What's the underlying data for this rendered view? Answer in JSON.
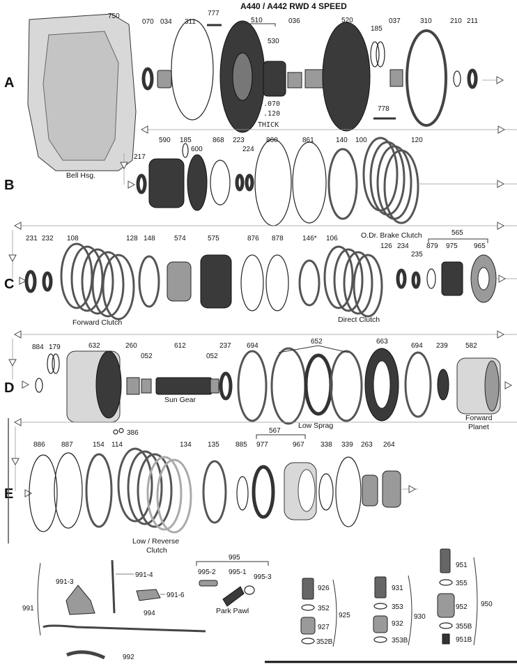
{
  "title": "A440 / A442   RWD 4 SPEED",
  "rows": [
    "A",
    "B",
    "C",
    "D",
    "E"
  ],
  "handwritten_note": [
    ".070",
    ".120",
    "THICK"
  ],
  "captions": {
    "bell_hsg": "Bell Hsg.",
    "od_brake_clutch": "O.Dr. Brake Clutch",
    "forward_clutch": "Forward Clutch",
    "direct_clutch": "Direct Clutch",
    "sun_gear": "Sun Gear",
    "low_sprag": "Low Sprag",
    "forward_planet_1": "Forward",
    "forward_planet_2": "Planet",
    "low_reverse_1": "Low / Reverse",
    "low_reverse_2": "Clutch",
    "park_pawl": "Park Pawl"
  },
  "parts": {
    "row_a": [
      "750",
      "070",
      "034",
      "311",
      "777",
      "510",
      "530",
      "036",
      "520",
      "185",
      "037",
      "310",
      "210",
      "211",
      "778"
    ],
    "row_b": [
      "217",
      "590",
      "185",
      "600",
      "868",
      "223",
      "224",
      "860",
      "861",
      "140",
      "100",
      "120"
    ],
    "row_c": [
      "231",
      "232",
      "108",
      "128",
      "148",
      "574",
      "575",
      "876",
      "878",
      "146*",
      "106",
      "126",
      "234",
      "235",
      "879",
      "565",
      "975",
      "965"
    ],
    "row_d": [
      "884",
      "179",
      "632",
      "260",
      "052",
      "612",
      "052",
      "237",
      "694",
      "652",
      "663",
      "694",
      "239",
      "582"
    ],
    "row_e": [
      "386",
      "886",
      "887",
      "154",
      "114",
      "134",
      "135",
      "567",
      "885",
      "977",
      "967",
      "338",
      "339",
      "263",
      "264"
    ],
    "bottom": [
      "991",
      "991-3",
      "991-4",
      "991-6",
      "994",
      "992",
      "995",
      "995-2",
      "995-1",
      "995-3",
      "926",
      "352",
      "927",
      "352B",
      "925",
      "931",
      "353",
      "932",
      "353B",
      "930",
      "951",
      "355",
      "952",
      "355B",
      "951B",
      "950"
    ]
  }
}
